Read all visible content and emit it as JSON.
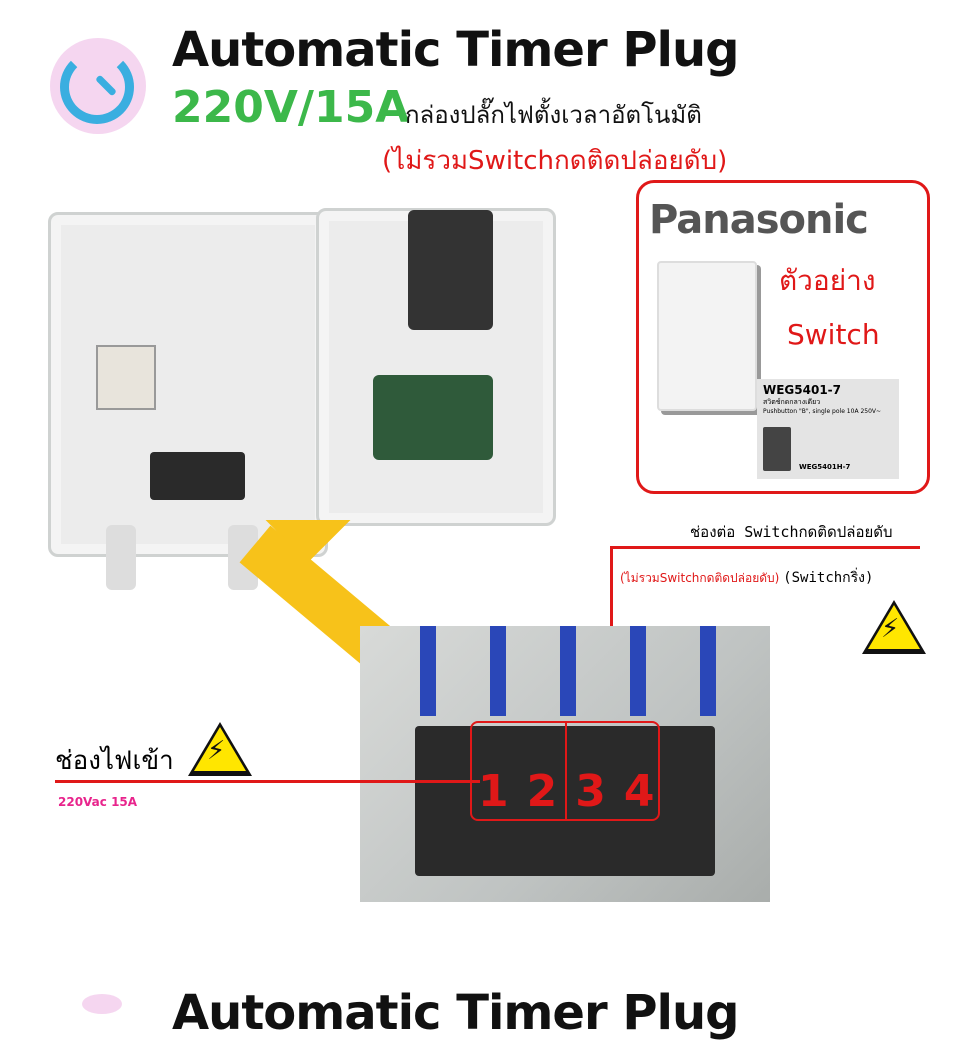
{
  "header": {
    "title": "Automatic Timer Plug",
    "spec": "220V/15A",
    "thai_subtitle": "กล่องปลั๊กไฟตั้งเวลาอัตโนมัติ",
    "note": "(ไม่รวมSwitchกดติดปล่อยดับ)"
  },
  "example": {
    "brand": "Panasonic",
    "label1": "ตัวอย่าง",
    "label2": "Switch",
    "model": "WEG5401-7",
    "thai_desc": "สวิตช์กดกลางเดียว",
    "desc": "Pushbutton \"B\", single pole 10A 250V~",
    "model2": "WEG5401H-7"
  },
  "annotations": {
    "switch_port": "ช่องต่อ Switchกดติดปล่อยดับ",
    "switch_note_red": "(ไม่รวมSwitchกดติดปล่อยดับ)",
    "switch_note": "(Switchกริ่ง)",
    "input_port": "ช่องไฟเข้า",
    "input_rating": "220Vac 15A"
  },
  "terminals": [
    "1",
    "2",
    "3",
    "4"
  ],
  "footer": {
    "title_partial": "Automatic Timer Plug"
  },
  "colors": {
    "accent_green": "#3cb84a",
    "accent_red": "#e01818",
    "arrow": "#f7c21a",
    "pink": "#e8248c"
  }
}
